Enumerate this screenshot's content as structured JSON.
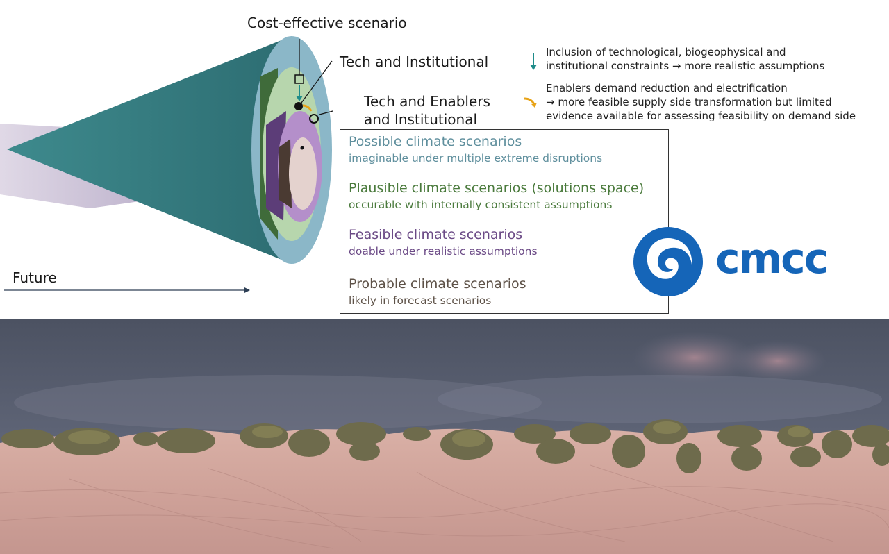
{
  "labels": {
    "cost_effective": "Cost-effective scenario",
    "tech_institutional": "Tech and Institutional",
    "tech_enablers_line1": "Tech and Enablers",
    "tech_enablers_line2": "and Institutional",
    "future": "Future"
  },
  "legend": {
    "inclusion_line1": "Inclusion of technological, biogeophysical and",
    "inclusion_line2": "institutional constraints → more realistic assumptions",
    "enablers_line1": "Enablers demand reduction and electrification",
    "enablers_line2": "→ more feasible supply side transformation but limited",
    "enablers_line3": "evidence available for assessing feasibility on demand side"
  },
  "categories": [
    {
      "title": "Possible climate scenarios",
      "subtitle": "imaginable under multiple extreme disruptions",
      "color": "#5f8f9d"
    },
    {
      "title": "Plausible climate scenarios (solutions space)",
      "subtitle": "occurable with internally consistent assumptions",
      "color": "#4a7a3c"
    },
    {
      "title": "Feasible climate scenarios",
      "subtitle": "doable under realistic assumptions",
      "color": "#6b4a86"
    },
    {
      "title": "Probable climate scenarios",
      "subtitle": "likely in forecast scenarios",
      "color": "#5e5248"
    }
  ],
  "logo": {
    "text": "cmcc",
    "color": "#1565b8"
  },
  "colors": {
    "possible": "#8fb9c9",
    "plausible": "#b9d7ae",
    "feasible": "#b38ec7",
    "probable": "#e6d3cf",
    "teal_arrow": "#1e8c8a",
    "orange_arrow": "#e8a317"
  }
}
